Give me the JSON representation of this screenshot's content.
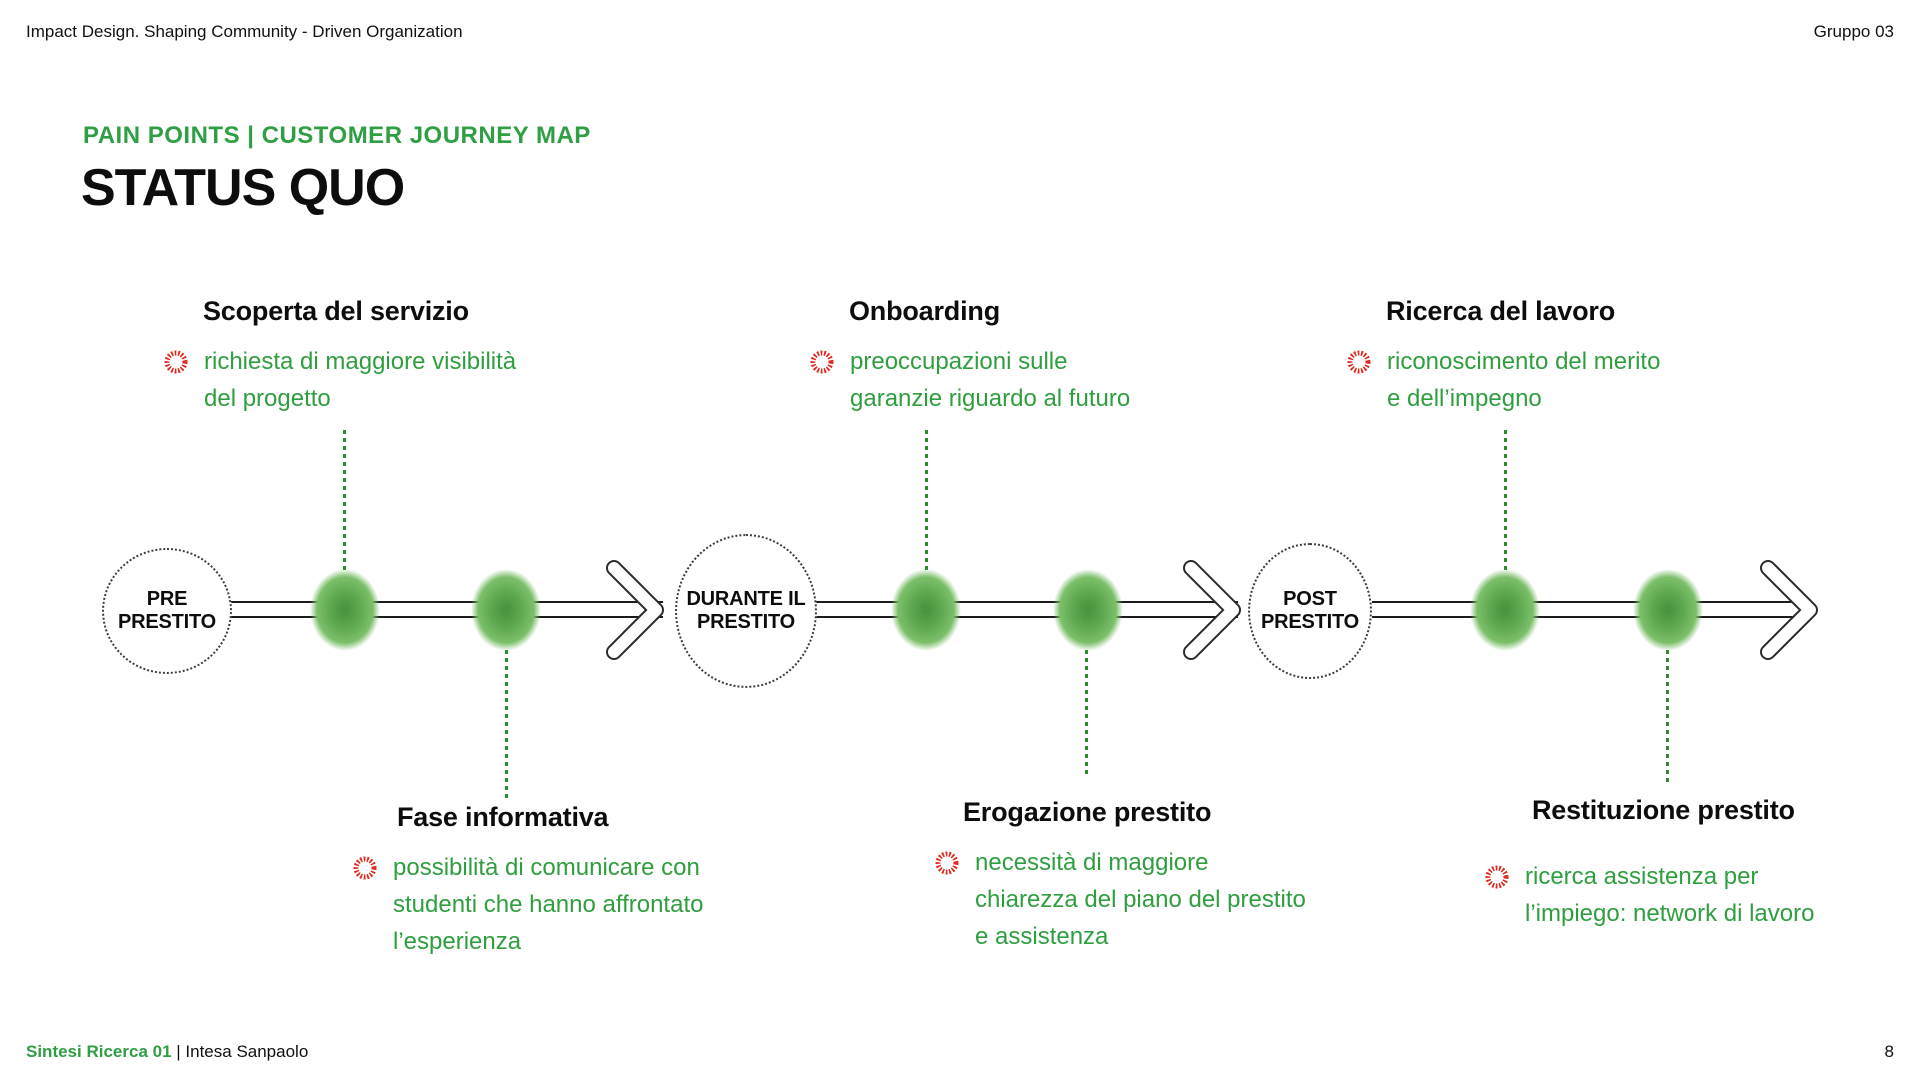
{
  "header": {
    "left": "Impact Design. Shaping Community - Driven Organization",
    "right": "Gruppo 03"
  },
  "title": {
    "kicker": "PAIN POINTS | CUSTOMER JOURNEY MAP",
    "main": "STATUS QUO"
  },
  "timeline": {
    "stages": [
      {
        "label": "PRE\nPRESTITO"
      },
      {
        "label": "DURANTE IL\nPRESTITO"
      },
      {
        "label": "POST\nPRESTITO"
      }
    ]
  },
  "callouts": [
    {
      "heading": "Scoperta del servizio",
      "pain": "richiesta di maggiore visibilità\ndel progetto"
    },
    {
      "heading": "Onboarding",
      "pain": "preoccupazioni sulle\ngaranzie riguardo al futuro"
    },
    {
      "heading": "Ricerca del lavoro",
      "pain": "riconoscimento del merito\ne dell’impegno"
    },
    {
      "heading": "Fase informativa",
      "pain": "possibilità di comunicare con\nstudenti che hanno affrontato\nl’esperienza"
    },
    {
      "heading": "Erogazione prestito",
      "pain": "necessità di maggiore\nchiarezza del piano del prestito\ne assistenza"
    },
    {
      "heading": "Restituzione prestito",
      "pain": "ricerca assistenza per\nl’impiego: network di lavoro"
    }
  ],
  "footer": {
    "source_bold": "Sintesi Ricerca 01",
    "source_rest": "| Intesa Sanpaolo",
    "page": "8"
  },
  "colors": {
    "accent_green": "#2f9e44",
    "text_green": "#2f9e3f",
    "connector_green": "#2f8c2f",
    "blob_green_center": "#48913d",
    "blob_green_edge": "#7cbf6a",
    "pain_icon_red": "#e0251c",
    "ink": "#111111"
  },
  "icons": {
    "pain_marker": "dashed-sunburst-ring-icon",
    "arrow": "chevron-right-arrow"
  }
}
